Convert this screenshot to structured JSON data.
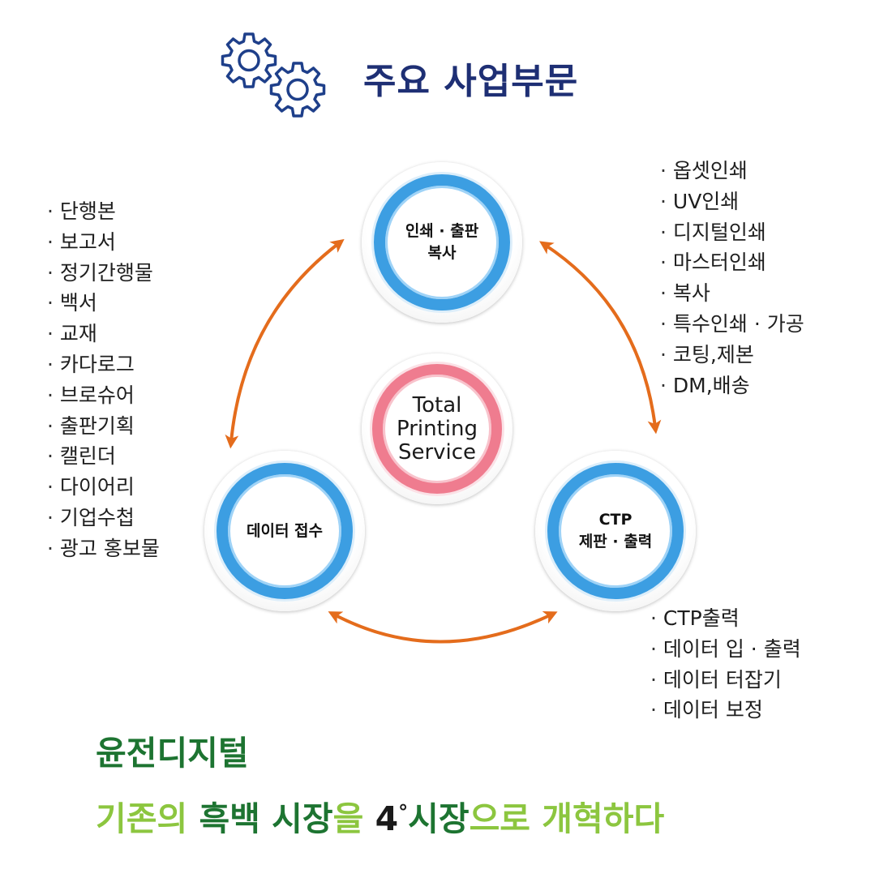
{
  "title": "주요 사업부문",
  "center": {
    "lines": [
      "Total",
      "Printing",
      "Service"
    ]
  },
  "nodes": {
    "print": {
      "lines": [
        "인쇄 · 출판",
        "복사"
      ]
    },
    "data": {
      "label": "데이터 접수"
    },
    "ctp": {
      "lines": [
        "CTP",
        "제판 · 출력"
      ]
    }
  },
  "lists": {
    "left": [
      "단행본",
      "보고서",
      "정기간행물",
      "백서",
      "교재",
      "카다로그",
      "브로슈어",
      "출판기획",
      "캘린더",
      "다이어리",
      "기업수첩",
      "광고 홍보물"
    ],
    "right_top": [
      "옵셋인쇄",
      "UV인쇄",
      "디지털인쇄",
      "마스터인쇄",
      "복사",
      "특수인쇄 · 가공",
      "코팅,제본",
      "DM,배송"
    ],
    "right_bottom": [
      "CTP출력",
      "데이터 입 · 출력",
      "데이터 터잡기",
      "데이터 보정"
    ]
  },
  "company": "윤전디지털",
  "slogan": {
    "p1": "기존의 ",
    "p2": "흑백 시장",
    "p3": "을 ",
    "p4": "4",
    "p5": "°",
    "p6": "시장",
    "p7": "으로 개혁하다"
  },
  "colors": {
    "title": "#1e2f74",
    "ring_blue": "#3c9ee2",
    "ring_red": "#ef7c8f",
    "arrow": "#e46c1c",
    "company_green": "#1d7431",
    "slogan_light_green": "#8cc63f"
  },
  "icons": {
    "header": "gears-icon",
    "arrows": "double-headed-arrow"
  }
}
